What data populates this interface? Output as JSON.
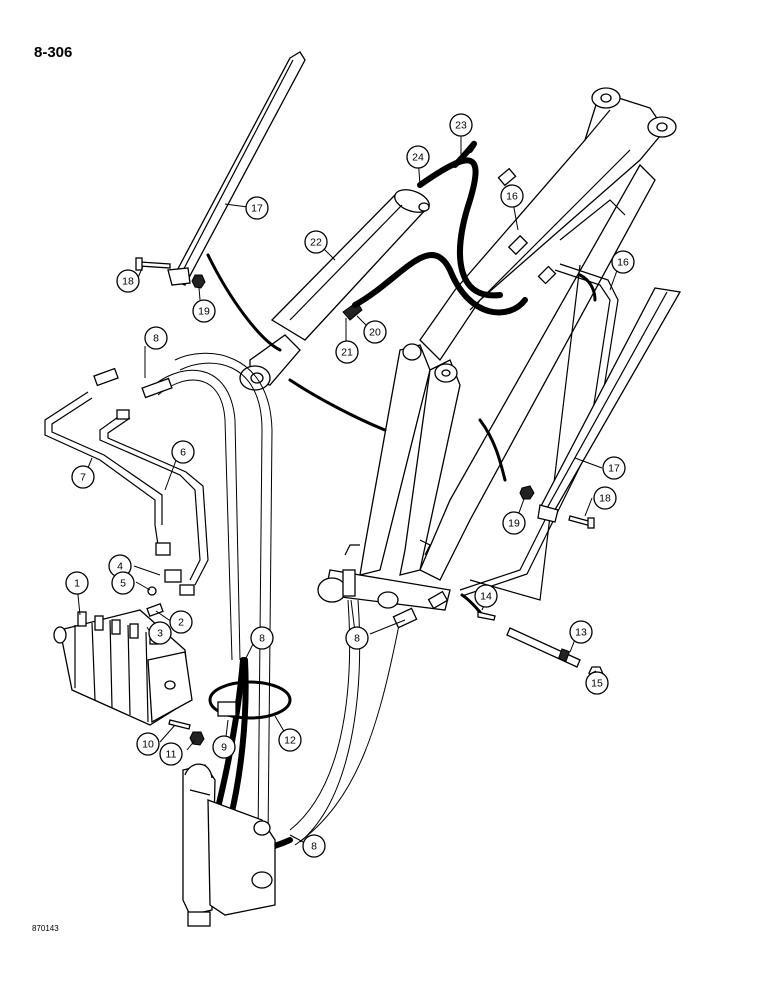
{
  "page_number": "8-306",
  "figure_code": "870143",
  "callouts": [
    {
      "id": "c1",
      "label": "1"
    },
    {
      "id": "c2",
      "label": "2"
    },
    {
      "id": "c3",
      "label": "3"
    },
    {
      "id": "c4",
      "label": "4"
    },
    {
      "id": "c5",
      "label": "5"
    },
    {
      "id": "c6",
      "label": "6"
    },
    {
      "id": "c7",
      "label": "7"
    },
    {
      "id": "c8a",
      "label": "8"
    },
    {
      "id": "c8b",
      "label": "8"
    },
    {
      "id": "c8c",
      "label": "8"
    },
    {
      "id": "c8d",
      "label": "8"
    },
    {
      "id": "c9",
      "label": "9"
    },
    {
      "id": "c10",
      "label": "10"
    },
    {
      "id": "c11",
      "label": "11"
    },
    {
      "id": "c12",
      "label": "12"
    },
    {
      "id": "c13",
      "label": "13"
    },
    {
      "id": "c14",
      "label": "14"
    },
    {
      "id": "c15",
      "label": "15"
    },
    {
      "id": "c16a",
      "label": "16"
    },
    {
      "id": "c16b",
      "label": "16"
    },
    {
      "id": "c17a",
      "label": "17"
    },
    {
      "id": "c17b",
      "label": "17"
    },
    {
      "id": "c18a",
      "label": "18"
    },
    {
      "id": "c18b",
      "label": "18"
    },
    {
      "id": "c19a",
      "label": "19"
    },
    {
      "id": "c19b",
      "label": "19"
    },
    {
      "id": "c20",
      "label": "20"
    },
    {
      "id": "c21",
      "label": "21"
    },
    {
      "id": "c22",
      "label": "22"
    },
    {
      "id": "c23",
      "label": "23"
    },
    {
      "id": "c24",
      "label": "24"
    }
  ]
}
